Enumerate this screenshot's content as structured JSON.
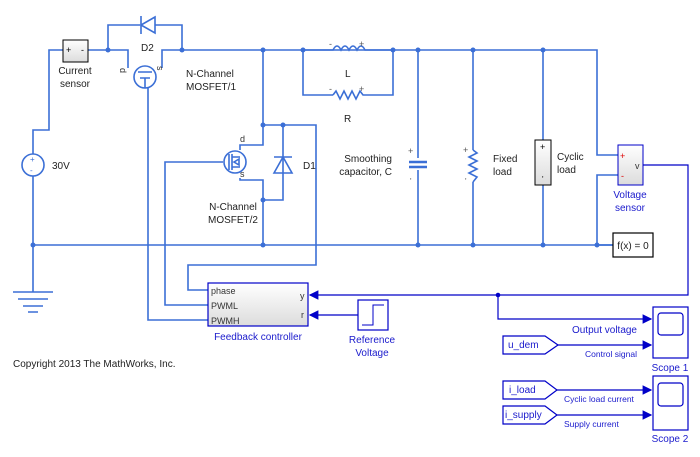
{
  "labels": {
    "current_sensor": [
      "Current",
      "sensor"
    ],
    "source": "30V",
    "d2": "D2",
    "mosfet1": [
      "N-Channel",
      "MOSFET/1"
    ],
    "mosfet2": [
      "N-Channel",
      "MOSFET/2"
    ],
    "d1": "D1",
    "inductor": "L",
    "resistor": "R",
    "capacitor": [
      "Smoothing",
      "capacitor, C"
    ],
    "fixed_load": [
      "Fixed",
      "load"
    ],
    "cyclic_load": [
      "Cyclic",
      "load"
    ],
    "voltage_sensor": [
      "Voltage",
      "sensor"
    ],
    "solver": "f(x) = 0",
    "feedback_controller": "Feedback controller",
    "reference_voltage": [
      "Reference",
      "Voltage"
    ],
    "scope1": "Scope 1",
    "scope2": "Scope 2",
    "copyright": "Copyright 2013 The MathWorks, Inc."
  },
  "ports": {
    "controller_inputs": [
      "phase",
      "PWML",
      "PWMH"
    ],
    "controller_outputs": [
      "y",
      "r"
    ],
    "voltage_sensor_out": "v",
    "mosfet_d": "d",
    "mosfet_s": "s"
  },
  "gotos": [
    "u_dem",
    "i_load",
    "i_supply"
  ],
  "signals": [
    "Output voltage",
    "Control signal",
    "Cyclic load current",
    "Supply current"
  ],
  "colors": {
    "physical": "#3b6fd6",
    "signal": "#0000c8"
  }
}
